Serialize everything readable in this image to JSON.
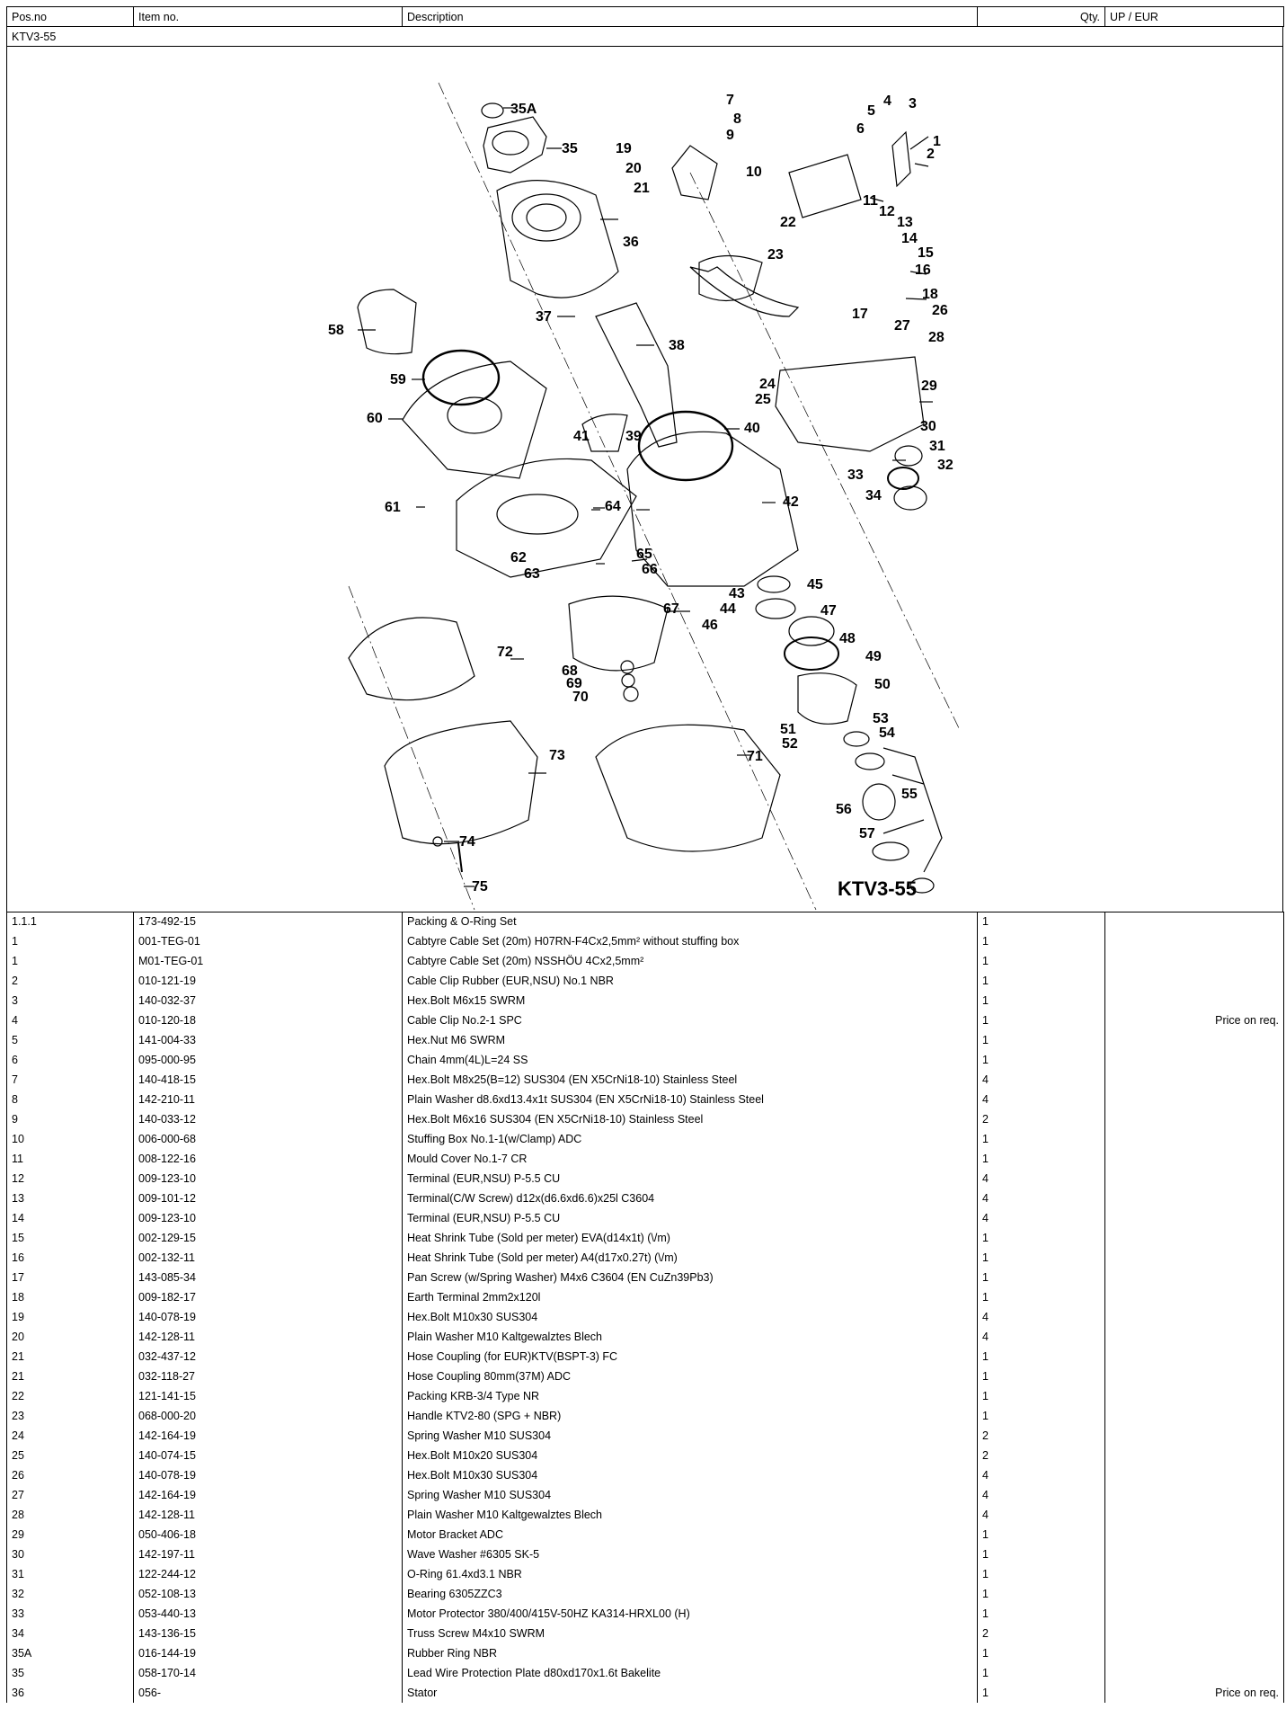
{
  "header": {
    "pos": "Pos.no",
    "item": "Item no.",
    "desc": "Description",
    "qty": "Qty.",
    "price": "UP / EUR"
  },
  "model": "KTV3-55",
  "diagram": {
    "title": "KTV3-55",
    "callouts": [
      "35A",
      "35",
      "19",
      "20",
      "21",
      "7",
      "8",
      "9",
      "10",
      "5",
      "4",
      "3",
      "6",
      "1",
      "2",
      "11",
      "12",
      "13",
      "14",
      "15",
      "16",
      "18",
      "26",
      "27",
      "28",
      "17",
      "22",
      "23",
      "24",
      "25",
      "29",
      "30",
      "31",
      "32",
      "33",
      "34",
      "36",
      "37",
      "38",
      "58",
      "59",
      "60",
      "41",
      "39",
      "40",
      "42",
      "61",
      "64",
      "62",
      "63",
      "65",
      "66",
      "67",
      "43",
      "44",
      "46",
      "45",
      "47",
      "48",
      "49",
      "50",
      "72",
      "68",
      "69",
      "70",
      "71",
      "73",
      "51",
      "52",
      "53",
      "54",
      "55",
      "56",
      "57",
      "74",
      "75"
    ]
  },
  "rows": [
    {
      "pos": "1.1.1",
      "item": "173-492-15",
      "desc": "Packing & O-Ring Set",
      "qty": "1",
      "price": ""
    },
    {
      "pos": "1",
      "item": "001-TEG-01",
      "desc": "Cabtyre Cable Set (20m) H07RN-F4Cx2,5mm² without stuffing box",
      "qty": "1",
      "price": ""
    },
    {
      "pos": "1",
      "item": "M01-TEG-01",
      "desc": "Cabtyre Cable Set (20m) NSSHÖU 4Cx2,5mm²",
      "qty": "1",
      "price": ""
    },
    {
      "pos": "2",
      "item": "010-121-19",
      "desc": "Cable Clip Rubber (EUR,NSU) No.1 NBR",
      "qty": "1",
      "price": ""
    },
    {
      "pos": "3",
      "item": "140-032-37",
      "desc": "Hex.Bolt M6x15 SWRM",
      "qty": "1",
      "price": ""
    },
    {
      "pos": "4",
      "item": "010-120-18",
      "desc": "Cable Clip No.2-1 SPC",
      "qty": "1",
      "price": "Price on req."
    },
    {
      "pos": "5",
      "item": "141-004-33",
      "desc": "Hex.Nut M6 SWRM",
      "qty": "1",
      "price": ""
    },
    {
      "pos": "6",
      "item": "095-000-95",
      "desc": "Chain 4mm(4L)L=24 SS",
      "qty": "1",
      "price": ""
    },
    {
      "pos": "7",
      "item": "140-418-15",
      "desc": "Hex.Bolt M8x25(B=12) SUS304 (EN X5CrNi18-10) Stainless Steel",
      "qty": "4",
      "price": ""
    },
    {
      "pos": "8",
      "item": "142-210-11",
      "desc": "Plain Washer d8.6xd13.4x1t SUS304 (EN X5CrNi18-10) Stainless Steel",
      "qty": "4",
      "price": ""
    },
    {
      "pos": "9",
      "item": "140-033-12",
      "desc": "Hex.Bolt M6x16 SUS304 (EN X5CrNi18-10) Stainless Steel",
      "qty": "2",
      "price": ""
    },
    {
      "pos": "10",
      "item": "006-000-68",
      "desc": "Stuffing Box No.1-1(w/Clamp) ADC",
      "qty": "1",
      "price": ""
    },
    {
      "pos": "11",
      "item": "008-122-16",
      "desc": "Mould Cover No.1-7 CR",
      "qty": "1",
      "price": ""
    },
    {
      "pos": "12",
      "item": "009-123-10",
      "desc": "Terminal (EUR,NSU) P-5.5 CU",
      "qty": "4",
      "price": ""
    },
    {
      "pos": "13",
      "item": "009-101-12",
      "desc": "Terminal(C/W Screw)  d12x(d6.6xd6.6)x25l C3604",
      "qty": "4",
      "price": ""
    },
    {
      "pos": "14",
      "item": "009-123-10",
      "desc": "Terminal (EUR,NSU) P-5.5 CU",
      "qty": "4",
      "price": ""
    },
    {
      "pos": "15",
      "item": "002-129-15",
      "desc": "Heat Shrink Tube (Sold per meter)  EVA(d14x1t) (\\/m)",
      "qty": "1",
      "price": ""
    },
    {
      "pos": "16",
      "item": "002-132-11",
      "desc": "Heat Shrink Tube (Sold per meter)  A4(d17x0.27t) (\\/m)",
      "qty": "1",
      "price": ""
    },
    {
      "pos": "17",
      "item": "143-085-34",
      "desc": "Pan Screw (w/Spring Washer) M4x6 C3604 (EN CuZn39Pb3)",
      "qty": "1",
      "price": ""
    },
    {
      "pos": "18",
      "item": "009-182-17",
      "desc": "Earth Terminal 2mm2x120l",
      "qty": "1",
      "price": ""
    },
    {
      "pos": "19",
      "item": "140-078-19",
      "desc": "Hex.Bolt M10x30 SUS304",
      "qty": "4",
      "price": ""
    },
    {
      "pos": "20",
      "item": "142-128-11",
      "desc": "Plain Washer M10 Kaltgewalztes Blech",
      "qty": "4",
      "price": ""
    },
    {
      "pos": "21",
      "item": "032-437-12",
      "desc": "Hose Coupling (for EUR)KTV(BSPT-3) FC",
      "qty": "1",
      "price": ""
    },
    {
      "pos": "21",
      "item": "032-118-27",
      "desc": "Hose Coupling 80mm(37M) ADC",
      "qty": "1",
      "price": ""
    },
    {
      "pos": "22",
      "item": "121-141-15",
      "desc": "Packing KRB-3/4 Type NR",
      "qty": "1",
      "price": ""
    },
    {
      "pos": "23",
      "item": "068-000-20",
      "desc": "Handle KTV2-80 (SPG + NBR)",
      "qty": "1",
      "price": ""
    },
    {
      "pos": "24",
      "item": "142-164-19",
      "desc": "Spring Washer M10 SUS304",
      "qty": "2",
      "price": ""
    },
    {
      "pos": "25",
      "item": "140-074-15",
      "desc": "Hex.Bolt M10x20 SUS304",
      "qty": "2",
      "price": ""
    },
    {
      "pos": "26",
      "item": "140-078-19",
      "desc": "Hex.Bolt M10x30 SUS304",
      "qty": "4",
      "price": ""
    },
    {
      "pos": "27",
      "item": "142-164-19",
      "desc": "Spring Washer M10 SUS304",
      "qty": "4",
      "price": ""
    },
    {
      "pos": "28",
      "item": "142-128-11",
      "desc": "Plain Washer M10 Kaltgewalztes Blech",
      "qty": "4",
      "price": ""
    },
    {
      "pos": "29",
      "item": "050-406-18",
      "desc": "Motor Bracket ADC",
      "qty": "1",
      "price": ""
    },
    {
      "pos": "30",
      "item": "142-197-11",
      "desc": "Wave Washer #6305 SK-5",
      "qty": "1",
      "price": ""
    },
    {
      "pos": "31",
      "item": "122-244-12",
      "desc": "O-Ring 61.4xd3.1 NBR",
      "qty": "1",
      "price": ""
    },
    {
      "pos": "32",
      "item": "052-108-13",
      "desc": "Bearing 6305ZZC3",
      "qty": "1",
      "price": ""
    },
    {
      "pos": "33",
      "item": "053-440-13",
      "desc": "Motor Protector 380/400/415V-50HZ KA314-HRXL00 (H)",
      "qty": "1",
      "price": ""
    },
    {
      "pos": "34",
      "item": "143-136-15",
      "desc": "Truss Screw M4x10 SWRM",
      "qty": "2",
      "price": ""
    },
    {
      "pos": "35A",
      "item": "016-144-19",
      "desc": "Rubber Ring NBR",
      "qty": "1",
      "price": ""
    },
    {
      "pos": "35",
      "item": "058-170-14",
      "desc": "Lead Wire Protection Plate d80xd170x1.6t Bakelite",
      "qty": "1",
      "price": ""
    },
    {
      "pos": "36",
      "item": "056-",
      "desc": "Stator",
      "qty": "1",
      "price": "Price on req."
    }
  ]
}
